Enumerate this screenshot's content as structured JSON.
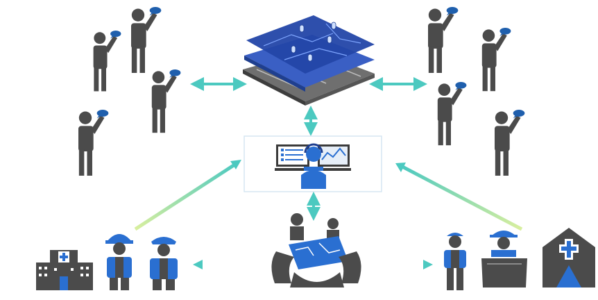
{
  "colors": {
    "background": "#ffffff",
    "person_gray": "#4b4b4b",
    "speech_blue": "#1f5fad",
    "accent_blue": "#2a6fd1",
    "map_top": "#2346a8",
    "map_mid": "#3a5fc4",
    "map_bottom_gray": "#7a7a7a",
    "arrow_teal": "#4cc9c0",
    "arrow_green": "#b9e3a8"
  },
  "nodes": {
    "map_layers": {
      "icon": "layered-gis-map-icon"
    },
    "control_center": {
      "icon": "operator-at-workstation-icon"
    },
    "coordination_room": {
      "icon": "meeting-around-map-table-icon"
    },
    "citizens_left": {
      "icon": "person-with-speech-bubble-icon",
      "count": 4
    },
    "citizens_right": {
      "icon": "person-with-speech-bubble-icon",
      "count": 4
    },
    "emergency_services": {
      "icons": [
        "hospital-building-icon",
        "firefighter-icon",
        "police-officer-icon"
      ]
    },
    "field_units": {
      "icons": [
        "field-worker-icon",
        "construction-worker-icon",
        "field-hospital-tent-icon"
      ]
    }
  },
  "connections": [
    {
      "from": "citizens_left",
      "to": "map_layers",
      "type": "bidirectional"
    },
    {
      "from": "map_layers",
      "to": "citizens_right",
      "type": "bidirectional"
    },
    {
      "from": "map_layers",
      "to": "control_center",
      "type": "bidirectional"
    },
    {
      "from": "control_center",
      "to": "coordination_room",
      "type": "bidirectional"
    },
    {
      "from": "emergency_services",
      "to": "control_center",
      "type": "directed"
    },
    {
      "from": "field_units",
      "to": "control_center",
      "type": "directed"
    },
    {
      "from": "coordination_room",
      "to": "emergency_services",
      "type": "directed"
    },
    {
      "from": "coordination_room",
      "to": "field_units",
      "type": "directed"
    }
  ]
}
